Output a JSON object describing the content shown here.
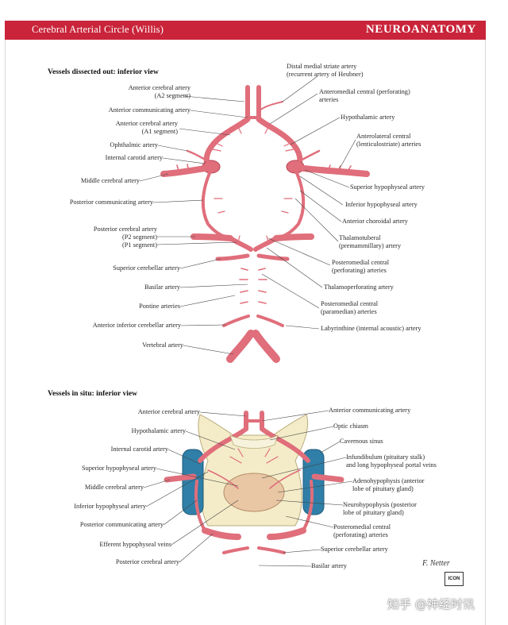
{
  "header": {
    "left_title": "Cerebral Arterial Circle (Willis)",
    "right_title": "NEUROANATOMY"
  },
  "colors": {
    "header_red": "#c9243a",
    "artery": "#e8737f",
    "artery_dark": "#c44654",
    "bone": "#f4ecc8",
    "sinus_blue": "#2f7fa8",
    "pituitary": "#e9c7a4"
  },
  "top": {
    "title": "Vessels dissected out: inferior view",
    "left_labels": [
      {
        "lines": [
          "Anterior cerebral artery",
          "(A2 segment)"
        ]
      },
      {
        "lines": [
          "Anterior communicating artery"
        ]
      },
      {
        "lines": [
          "Anterior cerebral artery",
          "(A1 segment)"
        ]
      },
      {
        "lines": [
          "Ophthalmic artery"
        ]
      },
      {
        "lines": [
          "Internal carotid artery"
        ]
      },
      {
        "lines": [
          "Middle cerebral artery"
        ]
      },
      {
        "lines": [
          "Posterior communicating artery"
        ]
      },
      {
        "lines": [
          "Posterior cerebral artery",
          "(P2 segment)",
          "(P1 segment)"
        ]
      },
      {
        "lines": [
          "Superior cerebellar artery"
        ]
      },
      {
        "lines": [
          "Basilar artery"
        ]
      },
      {
        "lines": [
          "Pontine arteries"
        ]
      },
      {
        "lines": [
          "Anterior inferior cerebellar artery"
        ]
      },
      {
        "lines": [
          "Vertebral artery"
        ]
      }
    ],
    "right_labels": [
      {
        "lines": [
          "Distal medial striate artery",
          "(recurrent artery of Heubner)"
        ]
      },
      {
        "lines": [
          "Anteromedial central (perforating)",
          "arteries"
        ]
      },
      {
        "lines": [
          "Hypothalamic artery"
        ]
      },
      {
        "lines": [
          "Anterolateral central",
          "(lenticulostriate) arteries"
        ]
      },
      {
        "lines": [
          "Superior hypophyseal artery"
        ]
      },
      {
        "lines": [
          "Inferior hypophyseal artery"
        ]
      },
      {
        "lines": [
          "Anterior choroidal artery"
        ]
      },
      {
        "lines": [
          "Thalamotuberal",
          "(premammillary) artery"
        ]
      },
      {
        "lines": [
          "Posteromedial central",
          "(perforating) arteries"
        ]
      },
      {
        "lines": [
          "Thalamoperforating artery"
        ]
      },
      {
        "lines": [
          "Posteromedial central",
          "(paramedian) arteries"
        ]
      },
      {
        "lines": [
          "Labyrinthine (internal acoustic) artery"
        ]
      }
    ]
  },
  "bottom": {
    "title": "Vessels in situ: inferior view",
    "left_labels": [
      {
        "lines": [
          "Anterior cerebral artery"
        ]
      },
      {
        "lines": [
          "Hypothalamic artery"
        ]
      },
      {
        "lines": [
          "Internal carotid artery"
        ]
      },
      {
        "lines": [
          "Superior hypophyseal artery"
        ]
      },
      {
        "lines": [
          "Middle cerebral artery"
        ]
      },
      {
        "lines": [
          "Inferior hypophyseal artery"
        ]
      },
      {
        "lines": [
          "Posterior communicating artery"
        ]
      },
      {
        "lines": [
          "Efferent hypophyseal veins"
        ]
      },
      {
        "lines": [
          "Posterior cerebral artery"
        ]
      }
    ],
    "right_labels": [
      {
        "lines": [
          "Anterior communicating artery"
        ]
      },
      {
        "lines": [
          "Optic chiasm"
        ]
      },
      {
        "lines": [
          "Cavernous sinus"
        ]
      },
      {
        "lines": [
          "Infundibulum (pituitary stalk)",
          "and long hypophyseal portal veins"
        ]
      },
      {
        "lines": [
          "Adenohypophysis (anterior",
          "lobe of pituitary gland)"
        ]
      },
      {
        "lines": [
          "Neurohypophysis (posterior",
          "lobe of pituitary gland)"
        ]
      },
      {
        "lines": [
          "Posteromedial central",
          "(perforating) arteries"
        ]
      },
      {
        "lines": [
          "Superior cerebellar artery"
        ]
      },
      {
        "lines": [
          "Basilar artery"
        ]
      }
    ]
  },
  "signature": {
    "artist": "F. Netter",
    "logo": "ICON"
  },
  "watermark": "知乎 @神经时讯"
}
